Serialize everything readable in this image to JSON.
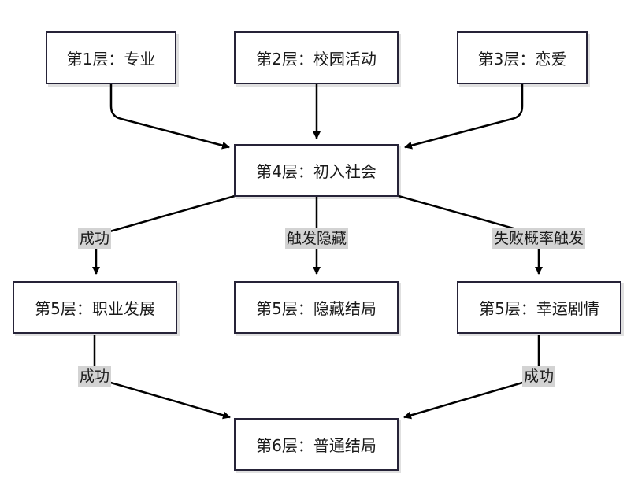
{
  "nodes": {
    "layer1": "第1层：专业",
    "layer2": "第2层：校园活动",
    "layer3": "第3层：恋爱",
    "layer4": "第4层：初入社会",
    "layer5_career": "第5层：职业发展",
    "layer5_hidden": "第5层：隐藏结局",
    "layer5_lucky": "第5层：幸运剧情",
    "layer6": "第6层：普通结局"
  },
  "edge_labels": {
    "success_left_top": "成功",
    "trigger_hidden": "触发隐藏",
    "fail_probability_trigger": "失败概率触发",
    "success_left_bottom": "成功",
    "success_right_bottom": "成功"
  },
  "colors": {
    "stroke": "#262338",
    "edge": "#000000",
    "label_bg": "#d3d3d3"
  }
}
